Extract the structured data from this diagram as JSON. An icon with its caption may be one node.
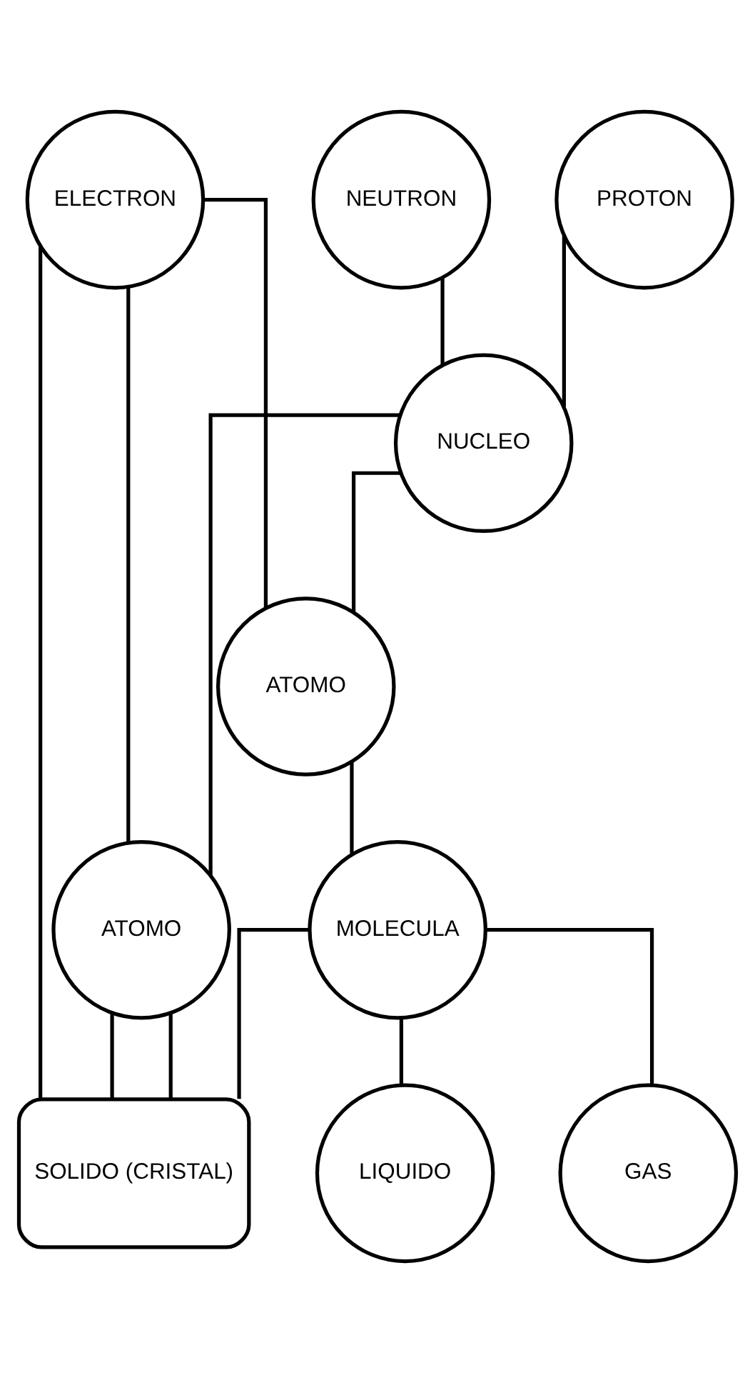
{
  "diagram": {
    "nodes": [
      {
        "text": [
          "PROTON"
        ]
      },
      {
        "text": [
          "NEUTRON"
        ]
      },
      {
        "text": [
          "ELECTRON"
        ]
      },
      {
        "text": [
          "NUCLEO"
        ]
      },
      {
        "text": [
          "ATOMO"
        ]
      },
      {
        "text": [
          "ATOMO"
        ]
      },
      {
        "text": [
          "MOLECULA"
        ]
      },
      {
        "text": [
          "GAS"
        ]
      },
      {
        "text": [
          "LIQUIDO"
        ]
      },
      {
        "text": [
          "SOLIDO (CRISTAL)"
        ]
      }
    ],
    "edges": [
      {
        "from": 0,
        "to": 3,
        "arrow": "none"
      },
      {
        "from": 1,
        "to": 3,
        "arrow": "none"
      },
      {
        "from": 3,
        "to": 4,
        "arrow": "none"
      },
      {
        "from": 3,
        "to": 5,
        "arrow": "none"
      },
      {
        "from": 2,
        "to": 4,
        "arrow": "none"
      },
      {
        "from": 2,
        "to": 5,
        "arrow": "none"
      },
      {
        "from": 4,
        "to": 6,
        "arrow": "none"
      },
      {
        "from": 6,
        "to": 7,
        "arrow": "none"
      },
      {
        "from": 6,
        "to": 8,
        "arrow": "none"
      },
      {
        "from": 6,
        "to": 9,
        "arrow": "none"
      },
      {
        "from": 5,
        "to": 9,
        "arrow": "none"
      },
      {
        "from": 2,
        "to": 9,
        "arrow": "none"
      },
      {
        "from": 5,
        "to": 9,
        "arrow": "none"
      }
    ]
  }
}
